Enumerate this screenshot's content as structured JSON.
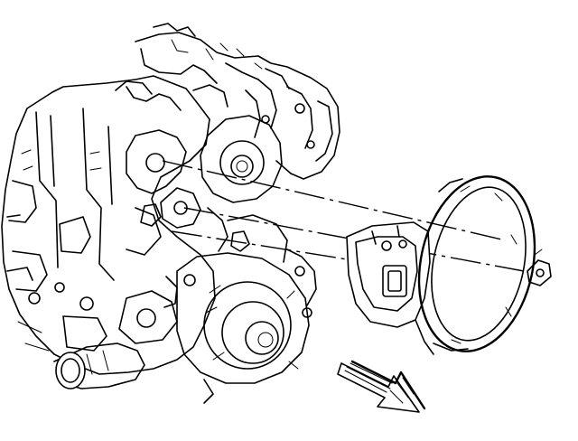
{
  "figure": {
    "background_color": "#ffffff",
    "ink_color": "#000000",
    "parts": [
      {
        "id": "engine-block",
        "icon": "engine-block-icon"
      },
      {
        "id": "cylinder-head",
        "icon": "cylinder-head-icon"
      },
      {
        "id": "timing-cover-boss",
        "icon": "timing-cover-icon"
      },
      {
        "id": "water-pump",
        "icon": "water-pump-icon"
      },
      {
        "id": "coolant-outlet",
        "icon": "coolant-pipe-icon"
      },
      {
        "id": "mount-bracket",
        "icon": "bracket-icon"
      },
      {
        "id": "ring-gasket",
        "icon": "ring-gasket-icon"
      }
    ],
    "direction_arrow": {
      "icon": "arrow-forward-icon"
    }
  }
}
